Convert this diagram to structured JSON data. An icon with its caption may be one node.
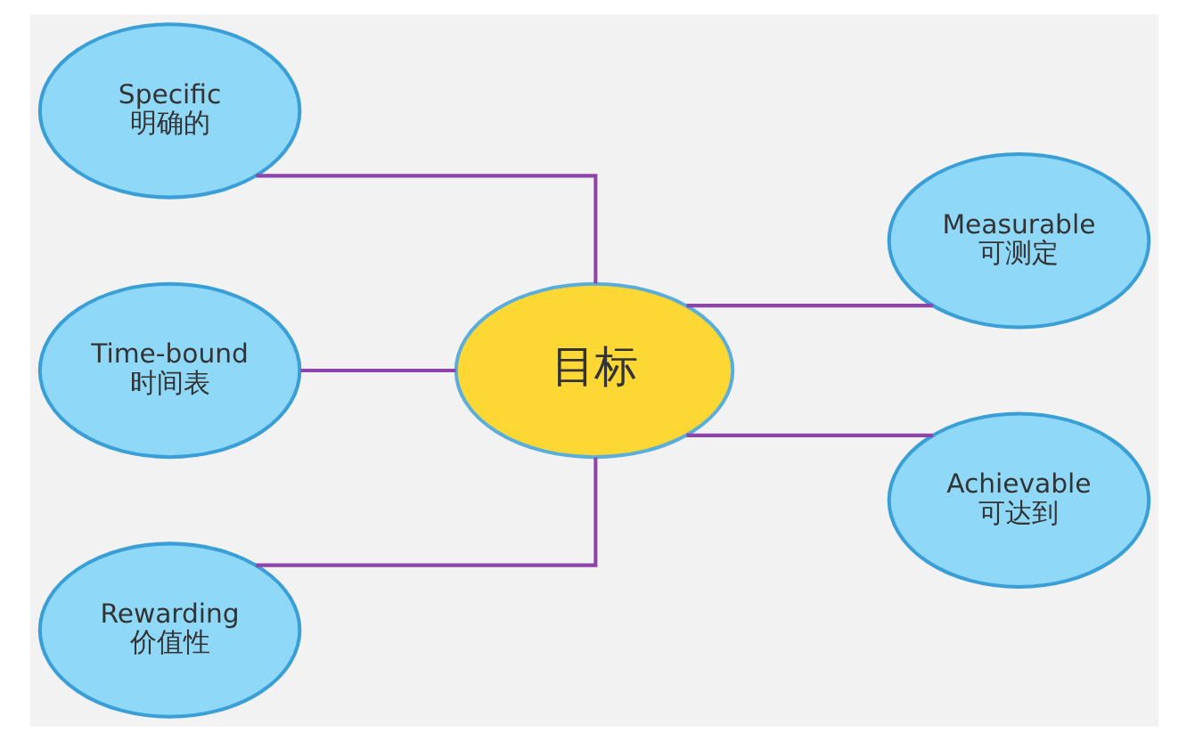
{
  "diagram": {
    "nodes": [
      {
        "text": [
          "目标"
        ]
      },
      {
        "text": [
          "Specific",
          "明确的"
        ]
      },
      {
        "text": [
          "Time-bound",
          "时间表"
        ]
      },
      {
        "text": [
          "Rewarding",
          "价值性"
        ]
      },
      {
        "text": [
          "Measurable",
          "可测定"
        ]
      },
      {
        "text": [
          "Achievable",
          "可达到"
        ]
      }
    ],
    "edges": [
      {
        "from": 1,
        "to": 0,
        "arrow": "none"
      },
      {
        "from": 2,
        "to": 0,
        "arrow": "none"
      },
      {
        "from": 3,
        "to": 0,
        "arrow": "none"
      },
      {
        "from": 0,
        "to": 4,
        "arrow": "none"
      },
      {
        "from": 0,
        "to": 5,
        "arrow": "none"
      }
    ]
  }
}
